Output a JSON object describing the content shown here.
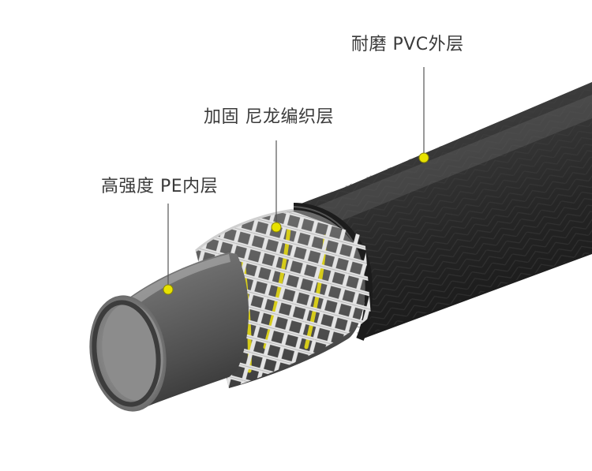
{
  "labels": {
    "outer_layer": "耐磨 PVC外层",
    "reinforcement_layer": "加固 尼龙编织层",
    "inner_layer": "高强度 PE内层"
  },
  "colors": {
    "marker": "#e8e200",
    "leader_line": "#555555",
    "outer_hose": "#2e2e2e",
    "inner_tube": "#5a5a5a",
    "braid": "#d9d9d9",
    "yellow_strand": "#d6cc1a"
  }
}
